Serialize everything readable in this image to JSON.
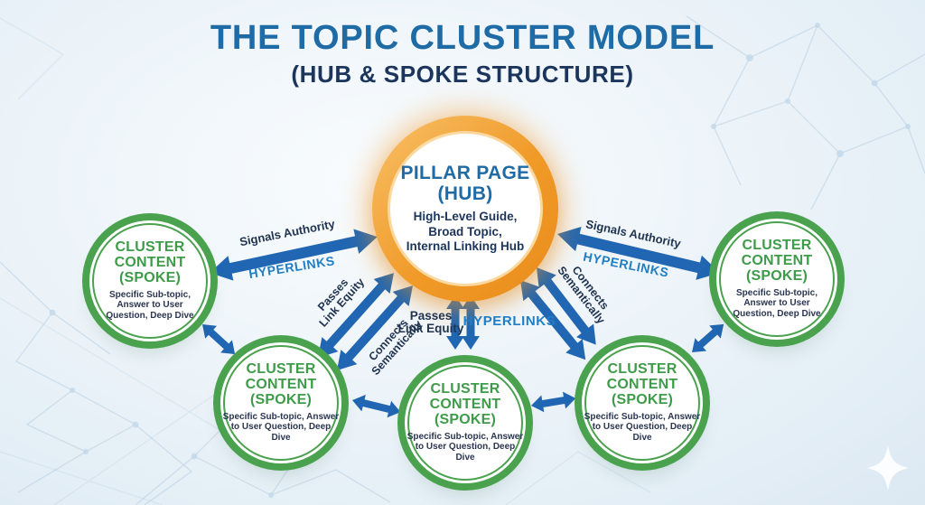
{
  "page": {
    "title": "THE TOPIC CLUSTER MODEL",
    "subtitle": "(HUB & SPOKE STRUCTURE)"
  },
  "hub": {
    "heading_line1": "PILLAR PAGE",
    "heading_line2": "(HUB)",
    "desc_line1": "High-Level Guide,",
    "desc_line2": "Broad Topic,",
    "desc_line3": "Internal Linking Hub"
  },
  "spoke": {
    "heading": "CLUSTER CONTENT (SPOKE)",
    "description": "Specific Sub-topic, Answer to User Question, Deep Dive"
  },
  "arrow_labels": {
    "signals_authority": "Signals Authority",
    "hyperlinks": "HYPERLINKS",
    "passes_link_equity": {
      "line1": "Passes",
      "line2": "Link Equity"
    },
    "connects_semantically": {
      "line1": "Connects",
      "line2": "Semantically"
    }
  },
  "colors": {
    "title_blue": "#1f6ba6",
    "navy": "#1c355c",
    "green": "#3e9b49",
    "green_ring": "#4aa24f",
    "orange": "#f0931f",
    "arrow_blue": "#2066b2",
    "hyperlink_blue": "#1f7ec4",
    "background": "#e9f2f8"
  }
}
